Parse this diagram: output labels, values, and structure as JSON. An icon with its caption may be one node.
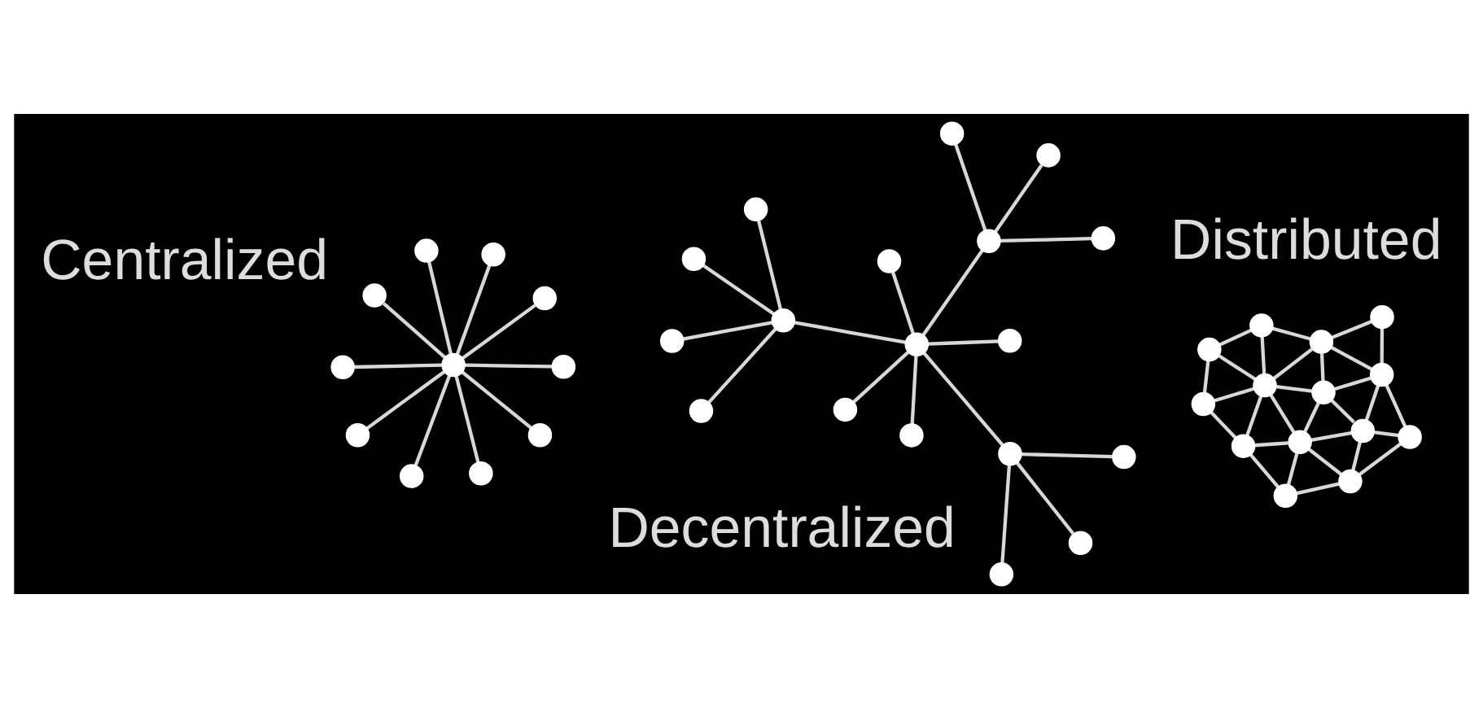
{
  "diagram": {
    "nodes": [
      {
        "text": [],
        "shape": "circle"
      },
      {
        "text": [],
        "shape": "circle"
      },
      {
        "text": [],
        "shape": "circle"
      },
      {
        "text": [],
        "shape": "circle"
      },
      {
        "text": [],
        "shape": "circle"
      },
      {
        "text": [],
        "shape": "circle"
      },
      {
        "text": [],
        "shape": "circle"
      },
      {
        "text": [],
        "shape": "circle"
      },
      {
        "text": [],
        "shape": "circle"
      },
      {
        "text": [],
        "shape": "circle"
      },
      {
        "text": [],
        "shape": "circle"
      },
      {
        "text": [],
        "shape": "circle"
      },
      {
        "text": [],
        "shape": "circle"
      },
      {
        "text": [],
        "shape": "circle"
      },
      {
        "text": [],
        "shape": "circle"
      },
      {
        "text": [],
        "shape": "circle"
      },
      {
        "text": [],
        "shape": "circle"
      },
      {
        "text": [],
        "shape": "circle"
      },
      {
        "text": [],
        "shape": "circle"
      },
      {
        "text": [],
        "shape": "circle"
      },
      {
        "text": [],
        "shape": "circle"
      },
      {
        "text": [],
        "shape": "circle"
      },
      {
        "text": [],
        "shape": "circle"
      },
      {
        "text": [],
        "shape": "circle"
      },
      {
        "text": [],
        "shape": "circle"
      },
      {
        "text": [],
        "shape": "circle"
      },
      {
        "text": [],
        "shape": "circle"
      },
      {
        "text": [],
        "shape": "circle"
      },
      {
        "text": [],
        "shape": "circle"
      },
      {
        "text": [],
        "shape": "circle"
      },
      {
        "text": [],
        "shape": "circle"
      },
      {
        "text": [],
        "shape": "circle"
      },
      {
        "text": [],
        "shape": "circle"
      },
      {
        "text": [],
        "shape": "circle"
      },
      {
        "text": [],
        "shape": "circle"
      },
      {
        "text": [],
        "shape": "circle"
      },
      {
        "text": [],
        "shape": "circle"
      },
      {
        "text": [],
        "shape": "circle"
      },
      {
        "text": [],
        "shape": "circle"
      },
      {
        "text": [],
        "shape": "circle"
      },
      {
        "text": [],
        "shape": "circle"
      },
      {
        "text": [],
        "shape": "circle"
      },
      {
        "text": [],
        "shape": "circle"
      }
    ],
    "edges": [
      {
        "from": 0,
        "to": 1,
        "arrow": "none"
      },
      {
        "from": 0,
        "to": 2,
        "arrow": "none"
      },
      {
        "from": 0,
        "to": 3,
        "arrow": "none"
      },
      {
        "from": 0,
        "to": 4,
        "arrow": "none"
      },
      {
        "from": 0,
        "to": 5,
        "arrow": "none"
      },
      {
        "from": 0,
        "to": 6,
        "arrow": "none"
      },
      {
        "from": 0,
        "to": 7,
        "arrow": "none"
      },
      {
        "from": 0,
        "to": 8,
        "arrow": "none"
      },
      {
        "from": 0,
        "to": 9,
        "arrow": "none"
      },
      {
        "from": 0,
        "to": 10,
        "arrow": "none"
      },
      {
        "from": 11,
        "to": 12,
        "arrow": "none"
      },
      {
        "from": 12,
        "to": 13,
        "arrow": "none"
      },
      {
        "from": 12,
        "to": 14,
        "arrow": "none"
      },
      {
        "from": 12,
        "to": 15,
        "arrow": "none"
      },
      {
        "from": 12,
        "to": 16,
        "arrow": "none"
      },
      {
        "from": 11,
        "to": 17,
        "arrow": "none"
      },
      {
        "from": 11,
        "to": 18,
        "arrow": "none"
      },
      {
        "from": 11,
        "to": 19,
        "arrow": "none"
      },
      {
        "from": 11,
        "to": 20,
        "arrow": "none"
      },
      {
        "from": 11,
        "to": 21,
        "arrow": "none"
      },
      {
        "from": 21,
        "to": 22,
        "arrow": "none"
      },
      {
        "from": 21,
        "to": 23,
        "arrow": "none"
      },
      {
        "from": 21,
        "to": 24,
        "arrow": "none"
      },
      {
        "from": 11,
        "to": 25,
        "arrow": "none"
      },
      {
        "from": 25,
        "to": 26,
        "arrow": "none"
      },
      {
        "from": 25,
        "to": 27,
        "arrow": "none"
      },
      {
        "from": 25,
        "to": 28,
        "arrow": "none"
      },
      {
        "from": 29,
        "to": 30,
        "arrow": "none"
      },
      {
        "from": 30,
        "to": 31,
        "arrow": "none"
      },
      {
        "from": 29,
        "to": 32,
        "arrow": "none"
      },
      {
        "from": 29,
        "to": 33,
        "arrow": "none"
      },
      {
        "from": 30,
        "to": 33,
        "arrow": "none"
      },
      {
        "from": 31,
        "to": 33,
        "arrow": "none"
      },
      {
        "from": 31,
        "to": 34,
        "arrow": "none"
      },
      {
        "from": 31,
        "to": 35,
        "arrow": "none"
      },
      {
        "from": 32,
        "to": 33,
        "arrow": "none"
      },
      {
        "from": 32,
        "to": 36,
        "arrow": "none"
      },
      {
        "from": 33,
        "to": 34,
        "arrow": "none"
      },
      {
        "from": 33,
        "to": 36,
        "arrow": "none"
      },
      {
        "from": 33,
        "to": 37,
        "arrow": "none"
      },
      {
        "from": 34,
        "to": 35,
        "arrow": "none"
      },
      {
        "from": 34,
        "to": 37,
        "arrow": "none"
      },
      {
        "from": 34,
        "to": 38,
        "arrow": "none"
      },
      {
        "from": 34,
        "to": 39,
        "arrow": "none"
      },
      {
        "from": 35,
        "to": 39,
        "arrow": "none"
      },
      {
        "from": 36,
        "to": 37,
        "arrow": "none"
      },
      {
        "from": 36,
        "to": 40,
        "arrow": "none"
      },
      {
        "from": 36,
        "to": 41,
        "arrow": "none"
      },
      {
        "from": 37,
        "to": 38,
        "arrow": "none"
      },
      {
        "from": 37,
        "to": 41,
        "arrow": "none"
      },
      {
        "from": 38,
        "to": 39,
        "arrow": "none"
      },
      {
        "from": 38,
        "to": 41,
        "arrow": "none"
      },
      {
        "from": 38,
        "to": 42,
        "arrow": "none"
      },
      {
        "from": 39,
        "to": 42,
        "arrow": "none"
      },
      {
        "from": 40,
        "to": 41,
        "arrow": "none"
      },
      {
        "from": 41,
        "to": 42,
        "arrow": "none"
      }
    ],
    "labels": [
      "Centralized",
      "Decentralized",
      "Distributed"
    ]
  }
}
